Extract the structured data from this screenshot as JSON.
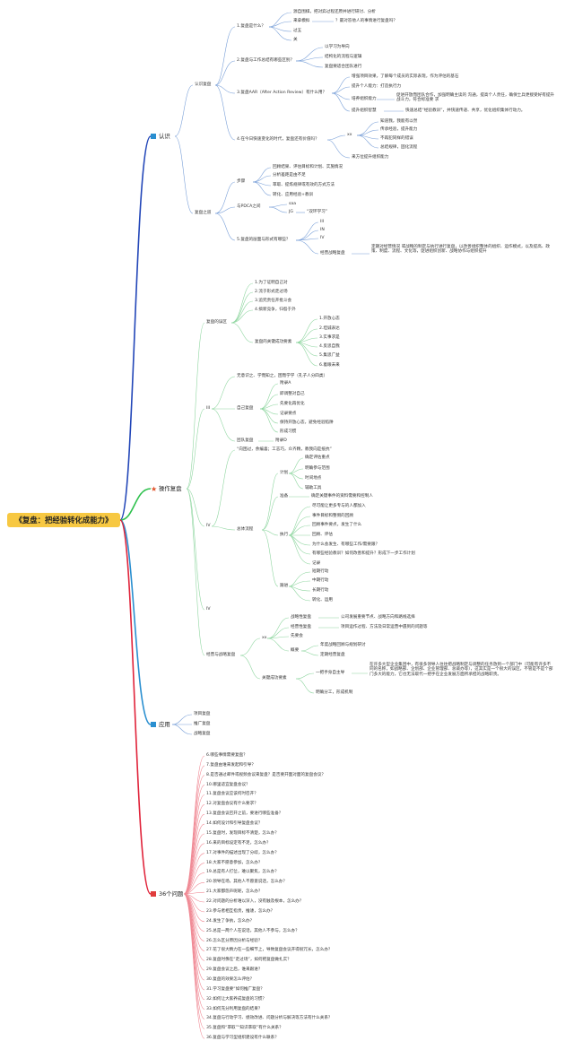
{
  "root": "《复盘：把经验转化成能力》",
  "sections": {
    "renshi": "认识",
    "caozuo": "操作复盘",
    "yingyong": "应用",
    "wenti": "36个问题"
  },
  "renshi": {
    "renshi_fupan": "认识复盘",
    "q1": "1.复盘是什么？",
    "q1_items": [
      "源自围棋，把对弈过程还原并进行研讨、分析",
      "来拿模拟",
      "过五",
      "关"
    ],
    "q1_note": "？最对答他人的事情进行复盘吗？",
    "q2": "2.复盘与工作总结有哪些区别？",
    "q2_items": [
      "以学习为导向",
      "结构化的流程与逻辑",
      "复盘要适合团队进行"
    ],
    "q3": "3.复盘AAR（After Action Review）有什么用？",
    "q3_items": [
      "增强项目效果，了解每个成员的实际表现，作为评估的基石",
      "提升个人能力：打造执行力",
      "培养组织能力",
      "提升组织智慧"
    ],
    "q3_note1": "促进开放而团队合作，加强明确主读的 沟通，提高个人责任，确保士兵更接受好有提升战斗力，符合标准要 求",
    "q3_note2": "快速总结“经验教训”，并快速传递、共享，优化组织集体行动力。",
    "q4": "4.在今日快速变化的时代，复盘还有价值吗？",
    "q4_sub": "xx",
    "q4_items": [
      "知道我，我能有以然",
      "传承经验，提升能力",
      "不再犯同样的错误",
      "总结规律，固化流程"
    ],
    "q4_last": "来方位提升组织能力",
    "zhidao": "复盘之道",
    "bz": "步骤",
    "bz_items": [
      "回顾结果、评估目标和计划、实施情况",
      "分析差距是由不足",
      "萃取、提炼规律或有效的方式方法",
      "转化、应用经验+教训"
    ],
    "pdca": "与PDCA之间",
    "pdca_items": [
      "saa",
      "JG"
    ],
    "pdca_note": "“双环学习”",
    "q5": "5.复盘的层面与形式有哪些？",
    "q5_items": [
      "III",
      "IN",
      "IV"
    ],
    "q5_last": "经营战略复盘",
    "q5_note": "定期对经营情况 或战略的制定与执行进行复盘，以改善组织整体的组织、运作模式，以及提高、政策、制度、流程、文化等，促进组织创新、战略协作与组织提升"
  },
  "caozuo": {
    "wuqu": "复盘的误区",
    "wuqu_items": [
      "1.为了证明自己对",
      "2.流于形式走过场",
      "3.追究责任开批斗会",
      "4.搞新竞争，归咎于外"
    ],
    "yaosu": "复盘的关键成功要素",
    "yaosu_items": [
      "1.开放心态",
      "2.坦诚表达",
      "3.实事求是",
      "4.反思自我",
      "5.集思广益",
      "6.着眼未来"
    ],
    "iii": "III",
    "iii_note": "无意识之、学而知之，困而学学（孔子人分四类）",
    "zifu": "自己复盘",
    "zifu_items": [
      "附录A",
      "即调整对自己",
      "先要化再优化",
      "记录要点",
      "保持开放心态，避免经验陷阱",
      "形成习惯"
    ],
    "tuandui": "团队复盘",
    "tuandui_note": "附录D",
    "quote": "“向困过，余编喜；工志巧，众齐精，教我向是抵抗”",
    "iv": "IV",
    "liucheng": "总体流程",
    "jihua": "计划",
    "jihua_items": [
      "确定评估重点",
      "明确参与范围",
      "时间地点",
      "辅助工具"
    ],
    "zhunbei": "准备",
    "zhunbei_note": "确定关键事件的资料需要和控制人",
    "zhixing": "执行",
    "zhixing_items": [
      "尽可能让更多专与的人都加入",
      "事件目标和整侧的回顾",
      "回顾事件要点，发生了什么",
      "回顾、评估",
      "为什么会发生、有哪些工作/需要跟？",
      "有哪些经验教训？如何改善和提升？形成下一步工作计划",
      "记录"
    ],
    "gengjin": "跟进",
    "gengjin_items": [
      "短期行动",
      "中期行动",
      "长期行动",
      "转化、运用"
    ],
    "iv2": "IV",
    "jingying": "经营与战略复盘",
    "xx": "xx",
    "zhanlue": "战略性复盘",
    "zhanlue_note": "公司发展重要节点、战略方向和路线选择",
    "jingying2": "经营性复盘",
    "jingying2_note": "项目运作过程、方法及日常运营中遇到的问题等",
    "kaohui": "先要会",
    "gaiyao": "概要",
    "gaiyao_items": [
      "年度战略回顾与规划研讨",
      "定期经营复盘"
    ],
    "guanjian": "关键成功要素",
    "yibashou": "一把手身自主导",
    "yibashou_note": "在许多大型企业集团中，有很多领导人往往把战略制定与调整的任务放到一个部门中（可能有许多不同的名称，如战略部、企划部、企业管理部、总裁办等），这其实是一个很大的误区，不管是不是个部门多大的能力，它也无法取代一把手在企业发展方面所承担的战略职责。",
    "mingque": "明确分工，形成机制"
  },
  "yingyong": {
    "items": [
      "项目复盘",
      "推广复盘",
      "战略复盘"
    ]
  },
  "wenti": {
    "items": [
      "6.哪些事情需要复盘？",
      "7.复盘由谁来发起和引导？",
      "8.是否通过邮件或视频会议来复盘？是否要开面对面的复盘会议？",
      "10.哪里适宜复盘会议？",
      "11.复盘会议应该何时召开？",
      "12.对复盘会议有什么要求？",
      "13.复盘会议召开之前，要进行哪些准备？",
      "14.如何设计和引导复盘会议？",
      "15.复盘时，发现目标不清楚，怎么办？",
      "16.来的目标设定有不足，怎么办？",
      "17.对事件的描述出现了分歧，怎么办？",
      "18.大家不愿意参加，怎么办？",
      "19.总是有人打岔，难以聚焦，怎么办？",
      "20.领导在场，其他人不愿意说话，怎么办？",
      "21.大家都怨声呢呢，怎么办？",
      "22.对问题的分析难以深入，没有触及根本，怎么办？",
      "23.参与者相互指责，推诿，怎么办？",
      "24.发生了争执，怎么办？",
      "25.总是一两个人在说话，其他人不参与，怎么办？",
      "26.怎么区分原因分析与经验？",
      "27.花了很大精力在一些细节上，导致复盘会议开得很冗长，怎么办？",
      "28.复盘时像在“走过场”，如何把复盘做扎实？",
      "29.复盘会议之后，谁来跟进？",
      "30.复盘的效果怎么评估？",
      "31.学习复盘要“如何推广复盘？",
      "32.如何让大家养成复盘的习惯？",
      "33.如何充分利用复盘的结果？",
      "34.复盘与行动学习、绩效改进、问题分析与解决等方法有什么关系？",
      "35.复盘和“萃取”“知识萃取”有什么关系？",
      "36.复盘与学习型组织建设有什么联系？"
    ]
  },
  "colors": {
    "blue_branch": "#2246b8",
    "green_branch": "#2fc14e",
    "blue2_branch": "#2a8fd0",
    "red_branch": "#e0233a",
    "sub_line": "#7aa0d8",
    "green_sub": "#8fd6a0",
    "red_sub": "#f08a95"
  }
}
